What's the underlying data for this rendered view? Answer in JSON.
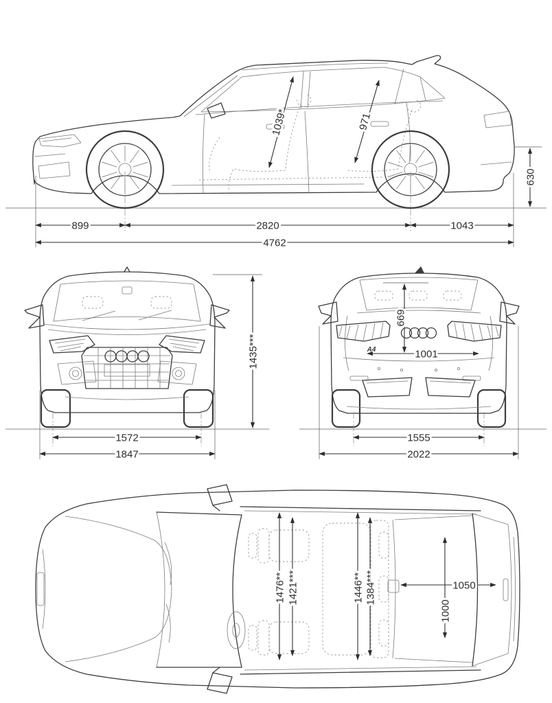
{
  "colors": {
    "outline": "#3c3c3c",
    "detail": "#7a7a7a",
    "dashed_interior": "#9a9a9a",
    "dimension": "#2e2e2e",
    "ground_line": "#c9c9c9",
    "background": "#ffffff"
  },
  "side_view": {
    "front_headroom": "1039*",
    "rear_headroom": "971",
    "front_overhang": "899",
    "wheelbase": "2820",
    "rear_overhang": "1043",
    "overall_length": "4762",
    "loading_height": "630"
  },
  "front_view": {
    "overall_height": "1435***",
    "front_track": "1572",
    "body_width": "1847"
  },
  "rear_view": {
    "badge": "A4",
    "tailgate_opening_height": "669",
    "tailgate_opening_width": "1001",
    "rear_track": "1555",
    "width_incl_mirrors": "2022"
  },
  "top_view": {
    "front_elbow_width": "1476**",
    "front_shoulder_width": "1421***",
    "rear_elbow_width": "1446**",
    "rear_shoulder_width": "1384***",
    "luggage_length": "1050",
    "luggage_width": "1000"
  }
}
